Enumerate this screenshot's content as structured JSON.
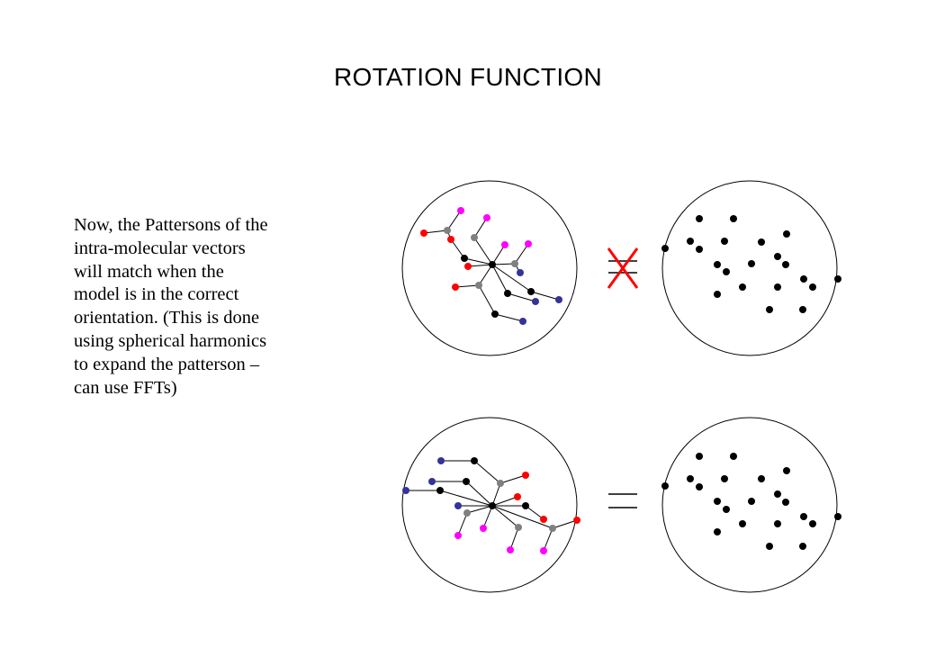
{
  "title": "ROTATION FUNCTION",
  "body_lines": [
    "Now, the Pattersons of the",
    "intra-molecular vectors",
    "will match when the",
    "model is in the correct",
    "orientation.  (This is done",
    "using spherical harmonics",
    "to expand the patterson –",
    "can use FFTs)"
  ],
  "colors": {
    "red": "#ff0000",
    "magenta": "#ff00ff",
    "gray": "#808080",
    "black": "#000000",
    "navy": "#333399",
    "cross": "#ff0000"
  },
  "panels": {
    "top": {
      "left_circle": "model-patterson-incorrect-orientation",
      "relation": "not-equal-crossed",
      "right_circle": "observed-patterson"
    },
    "bottom": {
      "left_circle": "model-patterson-correct-orientation",
      "relation": "equal",
      "right_circle": "observed-patterson"
    }
  }
}
